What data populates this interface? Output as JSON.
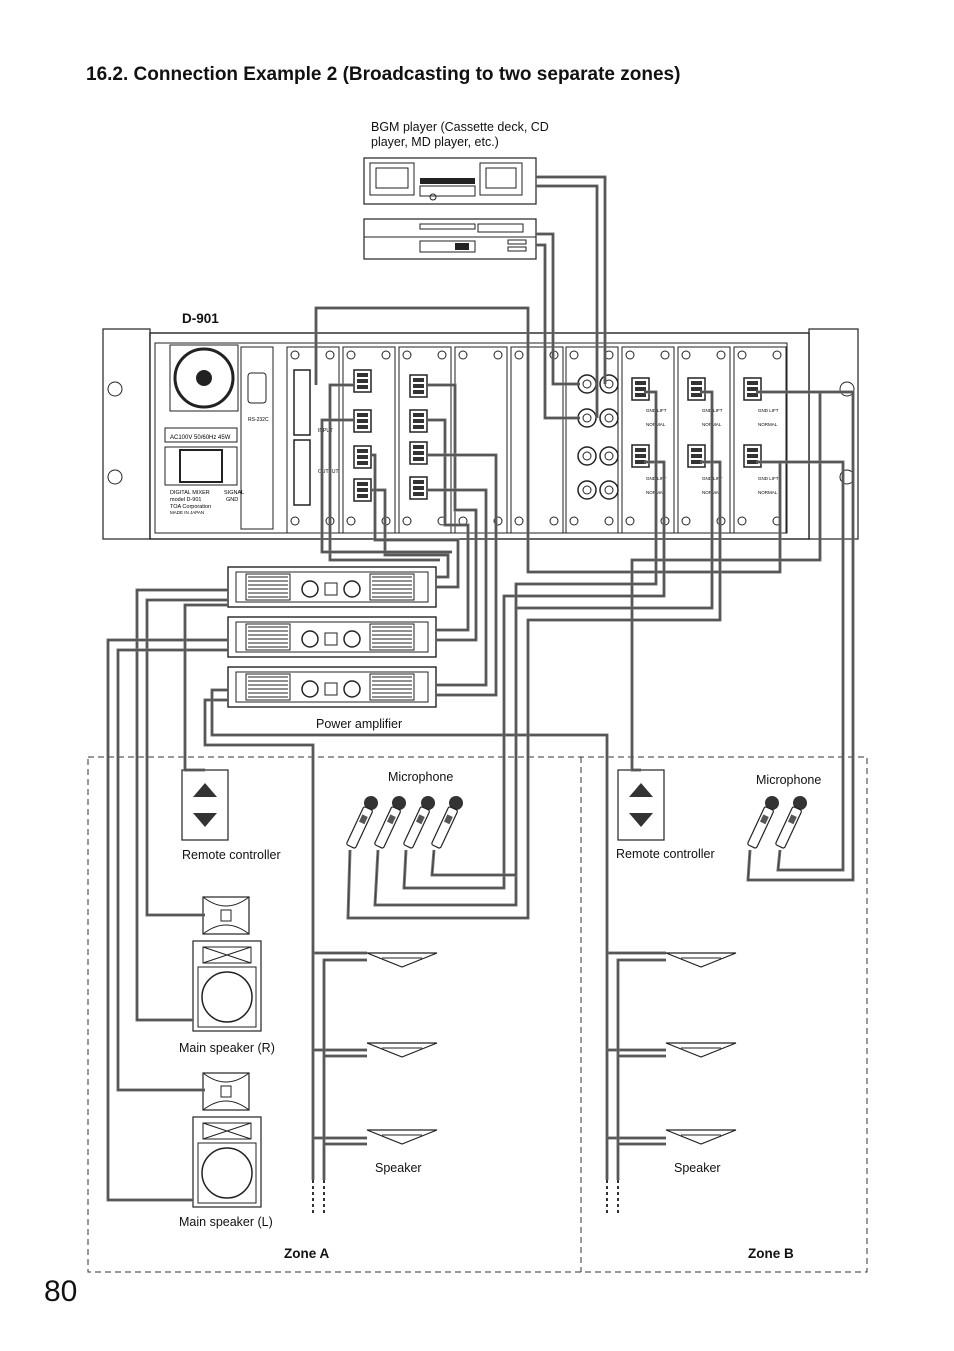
{
  "page": {
    "title": "16.2. Connection Example 2 (Broadcasting to two separate zones)",
    "page_number": "80"
  },
  "labels": {
    "bgm_player": [
      "BGM player (Cassette deck, CD",
      "player, MD player, etc.)"
    ],
    "d901": "D-901",
    "power_amplifier": "Power amplifier",
    "microphone_a": "Microphone",
    "microphone_b": "Microphone",
    "remote_a": "Remote controller",
    "remote_b": "Remote controller",
    "main_speaker_r": "Main speaker (R)",
    "main_speaker_l": "Main speaker (L)",
    "speaker_a": "Speaker",
    "speaker_b": "Speaker",
    "zone_a": "Zone A",
    "zone_b": "Zone B"
  },
  "unit_text": {
    "ac_label": "AC100V 50/60Hz 45W",
    "rs232c": "RS-232C",
    "digital_mixer": [
      "DIGITAL MIXER",
      "model D-901",
      "TOA Corporation",
      "MADE IN JAPAN"
    ],
    "signal_gnd": [
      "SIGNAL",
      "GND"
    ],
    "gnd_lift": "GND LIFT",
    "normal": "NORMAL",
    "input": "INPUT",
    "output": "OUTPUT"
  },
  "colors": {
    "cable": "#777777",
    "line": "#222222"
  }
}
